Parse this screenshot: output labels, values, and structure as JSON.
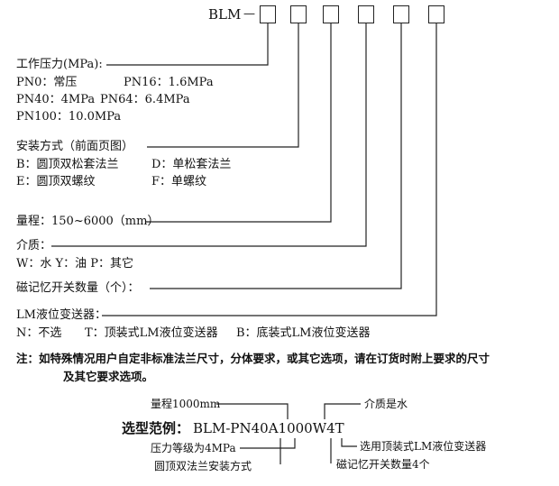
{
  "header": {
    "prefix": "BLM",
    "dash": "—"
  },
  "pressure": {
    "title": "工作压力(MPa):",
    "line1a": "PN0：常压",
    "line1b": "PN16：1.6MPa",
    "line2a": "PN40：4MPa",
    "line2b": "PN64：6.4MPa",
    "line3": "PN100：10.0MPa"
  },
  "install": {
    "title": "安装方式（前面页图）",
    "b": "B：圆顶双松套法兰",
    "d": "D：单松套法兰",
    "e": "E：圆顶双螺纹",
    "f": "F：单螺纹"
  },
  "range": {
    "text": "量程：150~6000（mm）"
  },
  "medium": {
    "title": "介质：",
    "options": "W：水  Y：油  P：其它"
  },
  "switch_count": {
    "title": "磁记忆开关数量（个）："
  },
  "transmitter": {
    "title": "LM液位变送器：",
    "n": "N：不选",
    "t": "T：顶装式LM液位变送器",
    "b": "B：底装式LM液位变送器"
  },
  "note": {
    "line1": "注：如特殊情况用户自定非标准法兰尺寸，分体要求，或其它选项，请在订货时附上要求的尺寸",
    "line2": "及其它要求选项。"
  },
  "example": {
    "range_label": "量程1000mm",
    "medium_label": "介质是水",
    "prefix": "选型范例：",
    "code": "BLM-PN40A1000W4T",
    "transmitter_label": "选用顶装式LM液位变送器",
    "pressure_label": "压力等级为4MPa",
    "switch_label": "磁记忆开关数量4个",
    "install_label": "圆顶双法兰安装方式"
  }
}
